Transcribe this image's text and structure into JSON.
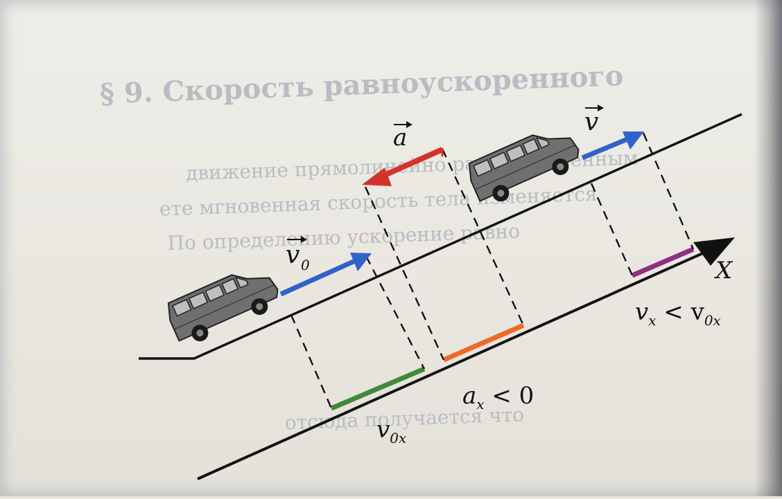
{
  "background_text": {
    "heading": "§ 9. Скорость равноускоренного",
    "line1": "движение прямолинейно равноускоренным",
    "line2": "ете мгновенная скорость тела изменяется",
    "line3": "По определению ускорение равно",
    "line4": "отсюда получается что"
  },
  "labels": {
    "v0": "v",
    "v0_sub": "0",
    "a": "a",
    "v": "v",
    "axis": "X",
    "vx_rel_main": "v",
    "vx_rel_sub1": "x",
    "vx_rel_op": " < v",
    "vx_rel_sub2": "0x",
    "ax_main": "a",
    "ax_sub": "x",
    "ax_rel": " < 0",
    "v0x_main": "v",
    "v0x_sub": "0x"
  },
  "colors": {
    "velocity": "#2f63c8",
    "acceleration": "#d2332a",
    "v0x_segment": "#3f8a3a",
    "ax_segment": "#ee6a25",
    "vx_segment": "#8e2f86",
    "van": "#6c6c6c",
    "line": "#111111"
  },
  "icons": {
    "vehicle": "van-icon",
    "vector_arrow": "arrow-icon"
  }
}
